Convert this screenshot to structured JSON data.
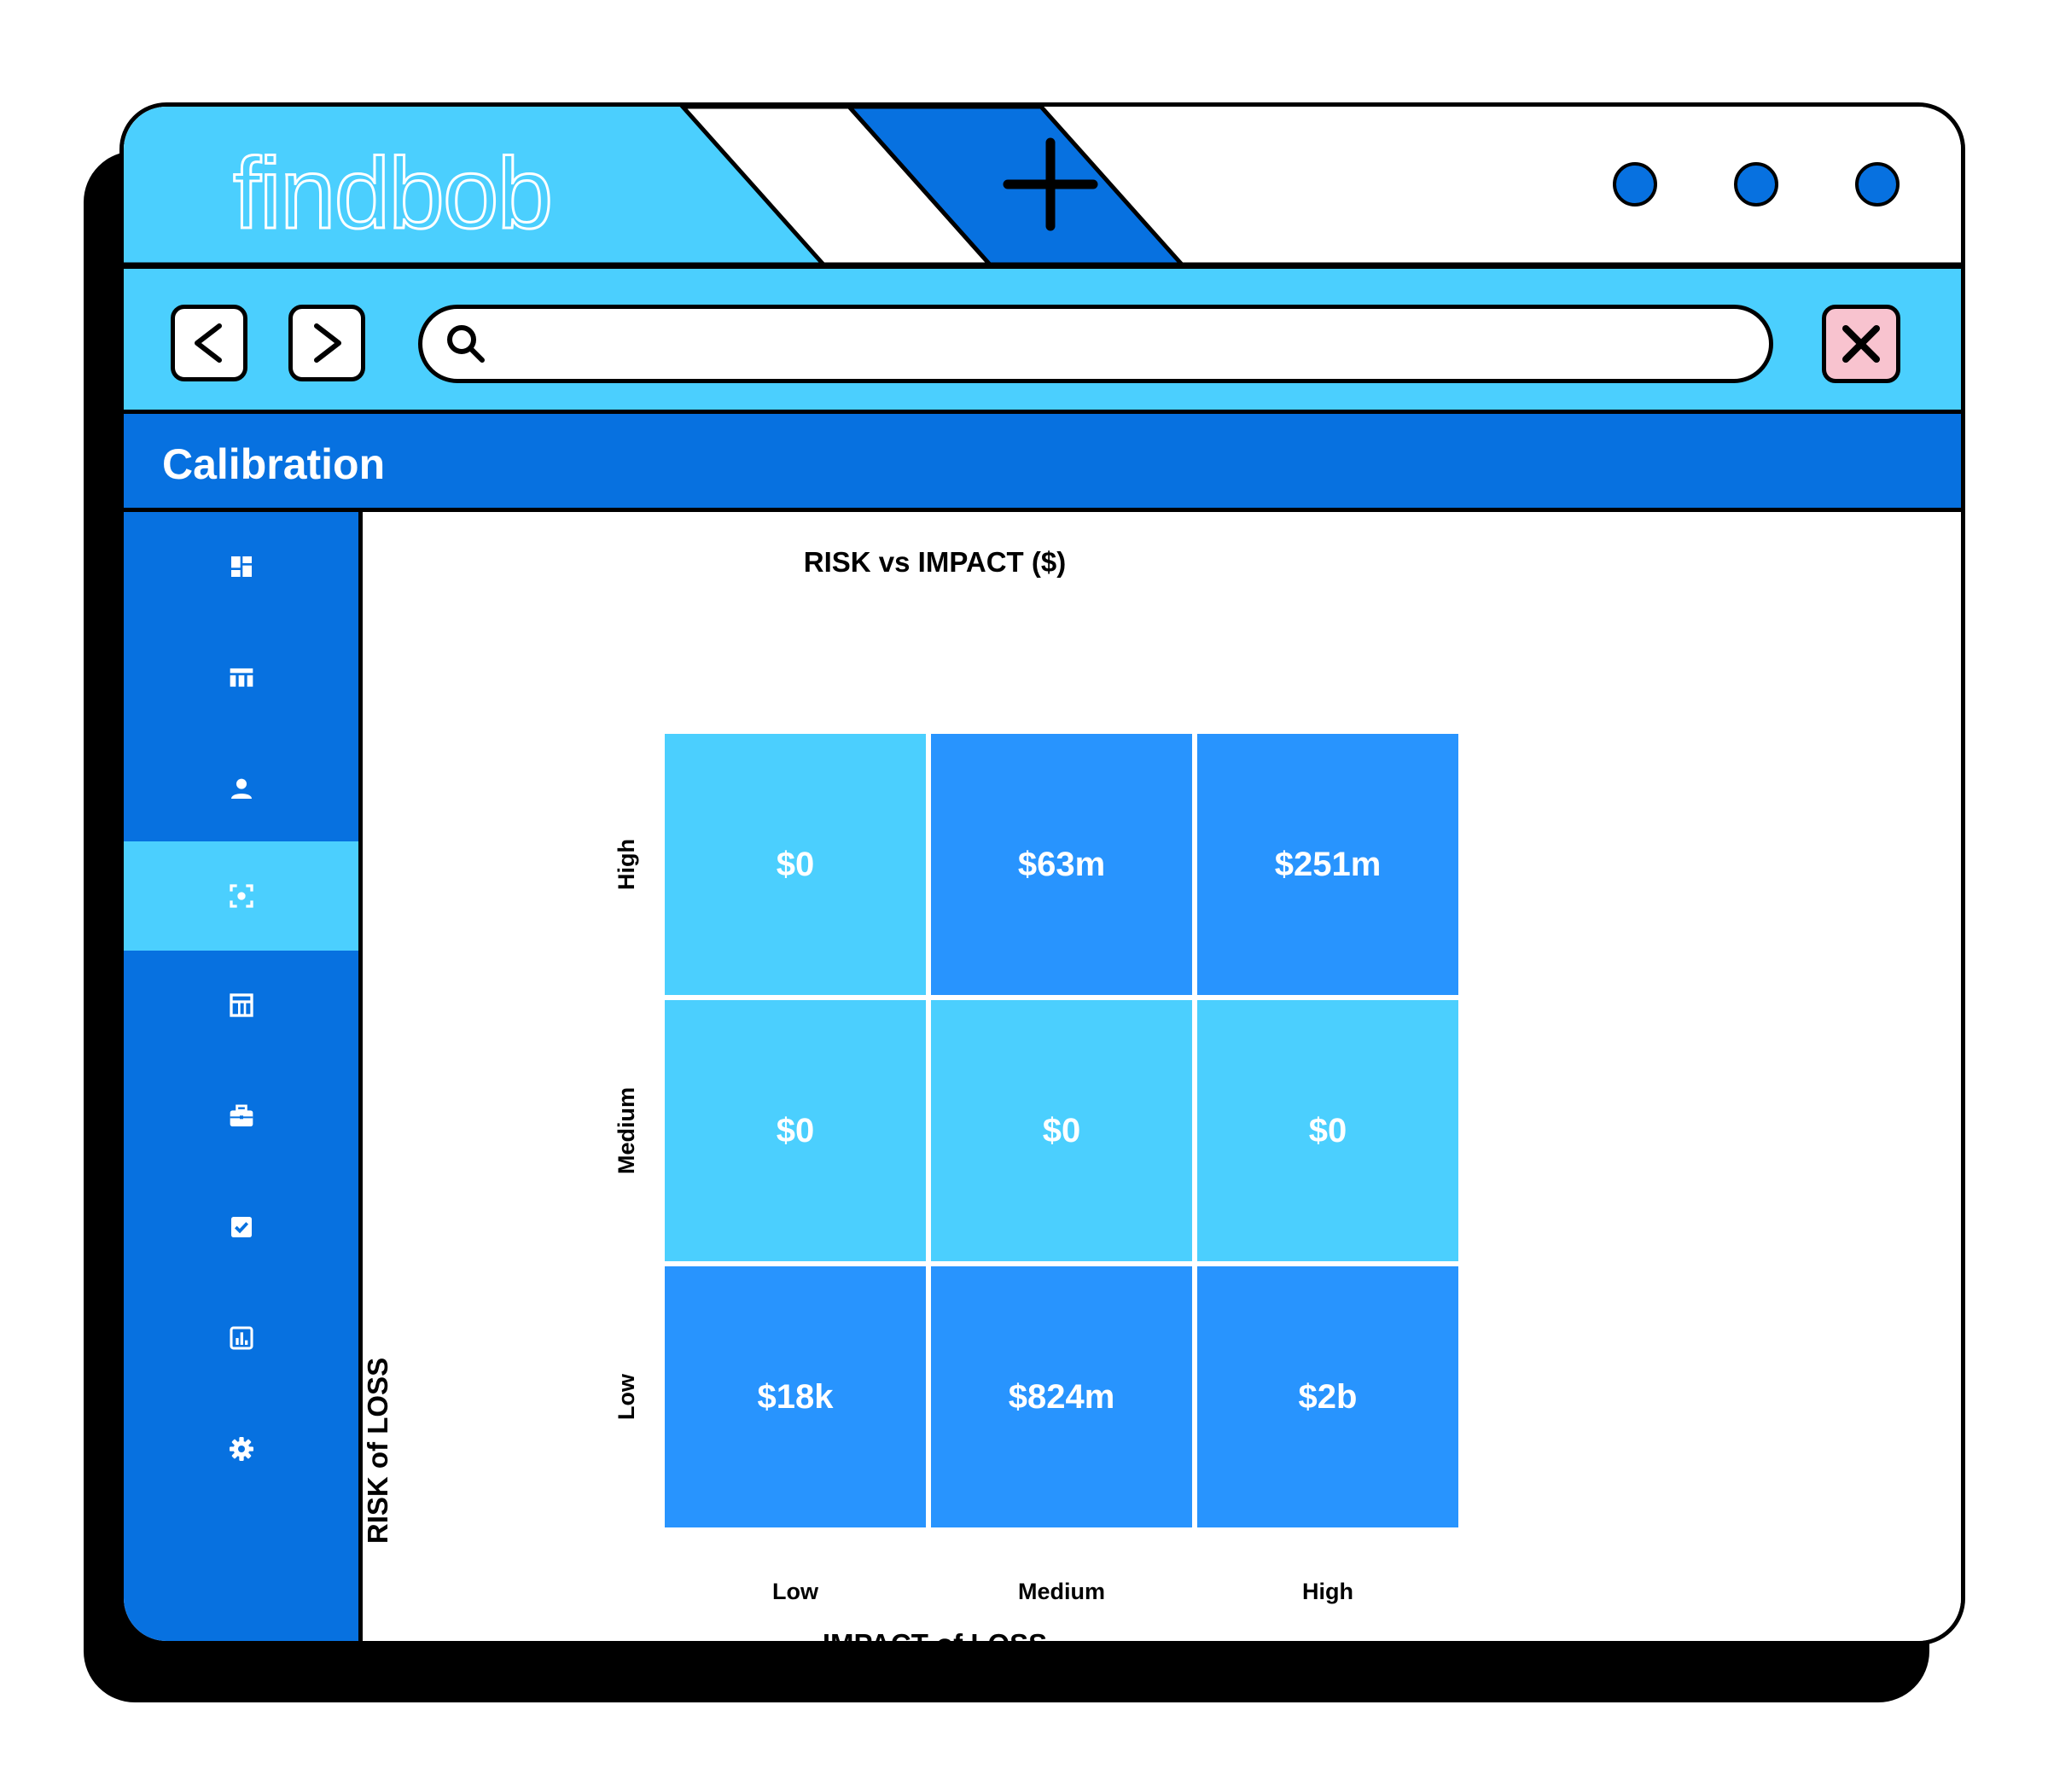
{
  "app": {
    "logo_text": "findbob",
    "new_tab_label": "+"
  },
  "toolbar": {
    "back_label": "<",
    "forward_label": ">",
    "search_placeholder": "",
    "close_label": "✕"
  },
  "page": {
    "title": "Calibration"
  },
  "sidebar": {
    "items": [
      {
        "icon": "dashboard-icon",
        "active": false
      },
      {
        "icon": "table-icon",
        "active": false
      },
      {
        "icon": "user-icon",
        "active": false
      },
      {
        "icon": "calibration-focus-icon",
        "active": true
      },
      {
        "icon": "calendar-grid-icon",
        "active": false
      },
      {
        "icon": "briefcase-icon",
        "active": false
      },
      {
        "icon": "checkbox-icon",
        "active": false
      },
      {
        "icon": "bar-chart-icon",
        "active": false
      },
      {
        "icon": "gear-icon",
        "active": false
      }
    ]
  },
  "colors": {
    "light_cell": "#4bcffe",
    "dark_cell": "#2894fe",
    "primary": "#0771e0",
    "accent": "#4bcffe",
    "close_bg": "#f8c3cf"
  },
  "chart_data": {
    "type": "heatmap",
    "title": "RISK vs IMPACT ($)",
    "xlabel": "IMPACT of LOSS",
    "ylabel": "RISK of LOSS",
    "x_categories": [
      "Low",
      "Medium",
      "High"
    ],
    "y_categories": [
      "High",
      "Medium",
      "Low"
    ],
    "cells": [
      [
        "$0",
        "$63m",
        "$251m"
      ],
      [
        "$0",
        "$0",
        "$0"
      ],
      [
        "$18k",
        "$824m",
        "$2b"
      ]
    ],
    "cell_shade": [
      [
        "light",
        "dark",
        "dark"
      ],
      [
        "light",
        "light",
        "light"
      ],
      [
        "dark",
        "dark",
        "dark"
      ]
    ]
  }
}
